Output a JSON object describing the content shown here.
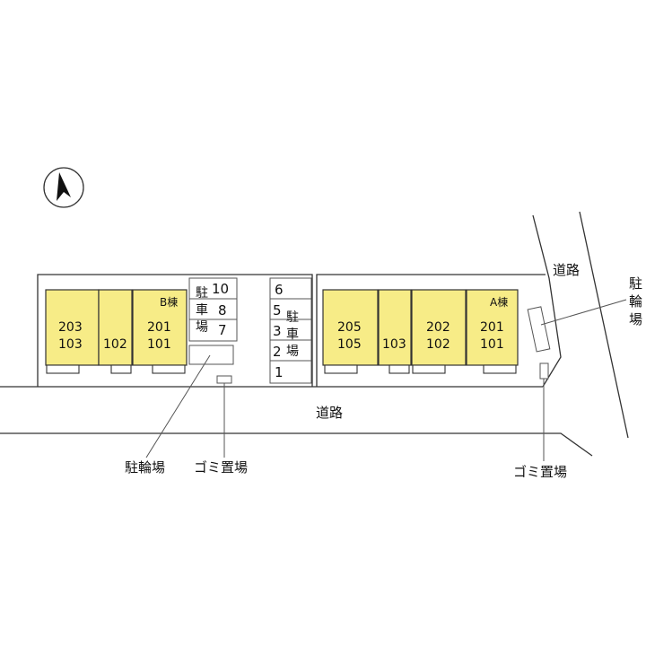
{
  "colors": {
    "building": "#f7ec87",
    "line": "#333333"
  },
  "compass": {
    "icon": "north-arrow-icon"
  },
  "roads": {
    "main_label": "道路",
    "side_label": "道路"
  },
  "building_b": {
    "label": "B棟",
    "units": [
      "203",
      "103",
      "102",
      "201",
      "101"
    ]
  },
  "building_a": {
    "label": "A棟",
    "units": [
      "205",
      "105",
      "103",
      "202",
      "102",
      "201",
      "101"
    ]
  },
  "parking_left": {
    "label_chars": [
      "駐",
      "車",
      "場"
    ],
    "spaces": [
      "10",
      "8",
      "7"
    ]
  },
  "parking_right": {
    "label_chars": [
      "駐",
      "車",
      "場"
    ],
    "spaces": [
      "6",
      "5",
      "3",
      "2",
      "1"
    ]
  },
  "callouts": {
    "bicycle_left": "駐輪場",
    "garbage_left": "ゴミ置場",
    "garbage_right": "ゴミ置場",
    "bicycle_right_chars": [
      "駐",
      "輪",
      "場"
    ]
  }
}
